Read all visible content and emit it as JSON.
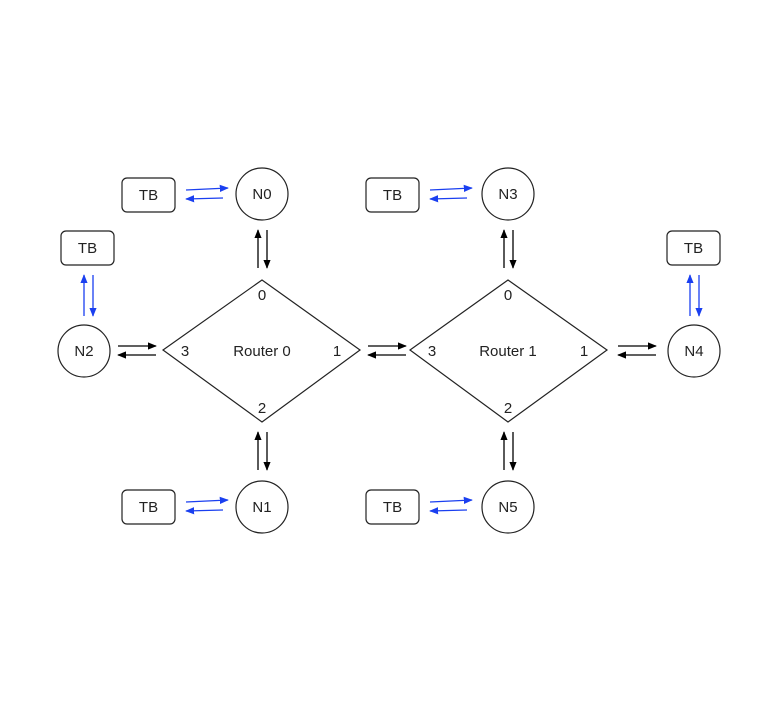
{
  "colors": {
    "black_link": "#000000",
    "blue_link": "#1a3ff0",
    "stroke": "#222222",
    "fill": "#ffffff"
  },
  "routers": [
    {
      "label": "Router 0",
      "ports": {
        "p0": "0",
        "p1": "1",
        "p2": "2",
        "p3": "3"
      }
    },
    {
      "label": "Router 1",
      "ports": {
        "p0": "0",
        "p1": "1",
        "p2": "2",
        "p3": "3"
      }
    }
  ],
  "nodes": {
    "n0": "N0",
    "n1": "N1",
    "n2": "N2",
    "n3": "N3",
    "n4": "N4",
    "n5": "N5"
  },
  "testbenches": {
    "tb_n0": "TB",
    "tb_n1": "TB",
    "tb_n2": "TB",
    "tb_n3": "TB",
    "tb_n4": "TB",
    "tb_n5": "TB"
  }
}
